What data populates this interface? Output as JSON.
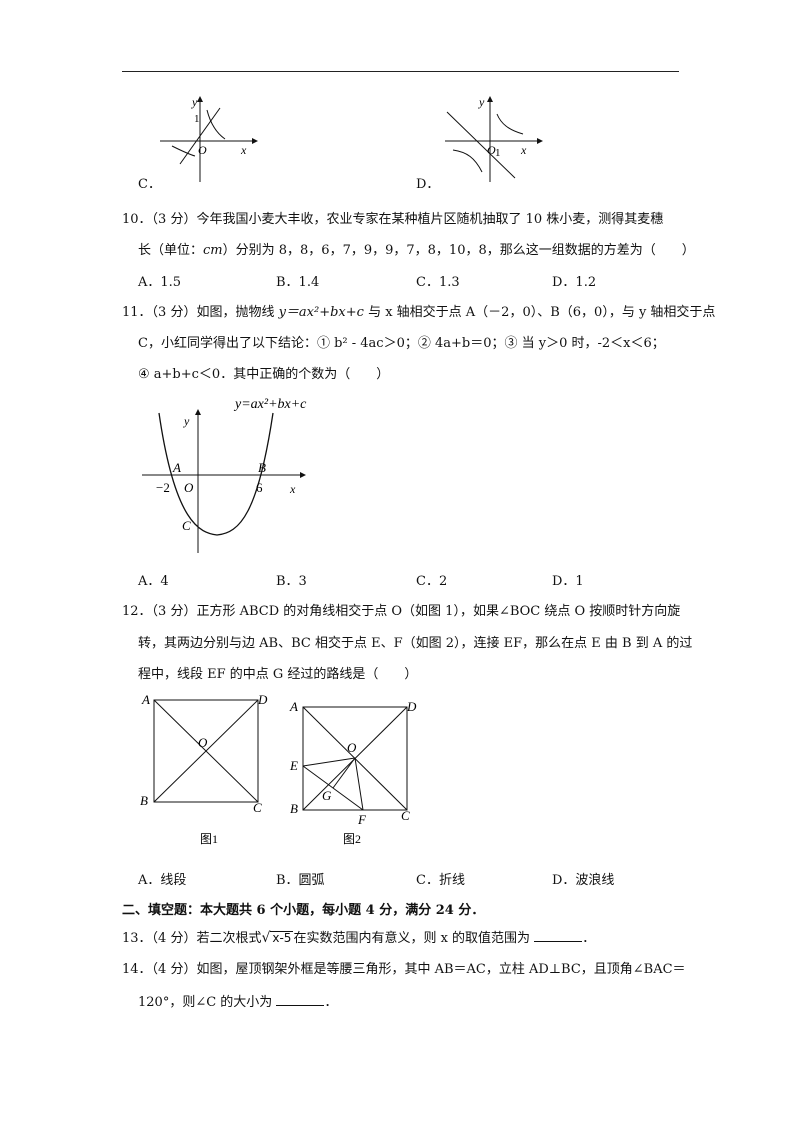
{
  "q9": {
    "option_c": "C．",
    "option_d": "D．",
    "graph_c": {
      "y": "y",
      "x": "x",
      "origin": "O",
      "tick": "1"
    },
    "graph_d": {
      "y": "y",
      "x": "x",
      "origin": "O",
      "tick": "1"
    }
  },
  "q10": {
    "line1": "10．（3 分）今年我国小麦大丰收，农业专家在某种植片区随机抽取了 10 株小麦，测得其麦穗",
    "line2_a": "长（单位：",
    "line2_unit": "cm",
    "line2_b": "）分别为 8，8，6，7，9，9，7，8，10，8，那么这一组数据的方差为（　　）",
    "options": [
      "A．1.5",
      "B．1.4",
      "C．1.3",
      "D．1.2"
    ]
  },
  "q11": {
    "line1_a": "11．（3 分）如图，抛物线 ",
    "line1_expr": "y＝ax²+bx+c",
    "line1_b": " 与 x 轴相交于点 A（－2，0）、B（6，0），与 y 轴相交于点",
    "line2": "C，小红同学得出了以下结论：① b² - 4ac＞0；② 4a+b＝0；③ 当 y＞0 时，-2＜x＜6；",
    "line3": "④ a+b+c＜0．其中正确的个数为（　　）",
    "graph": {
      "equation": "y=ax²+bx+c",
      "y": "y",
      "x": "x",
      "A": "A",
      "B": "B",
      "C": "C",
      "O": "O",
      "neg2": "−2",
      "six": "6"
    },
    "options": [
      "A．4",
      "B．3",
      "C．2",
      "D．1"
    ]
  },
  "q12": {
    "line1": "12．（3 分）正方形 ABCD 的对角线相交于点 O（如图 1），如果∠BOC 绕点 O 按顺时针方向旋",
    "line2": "转，其两边分别与边 AB、BC 相交于点 E、F（如图 2），连接 EF，那么在点 E 由 B 到 A 的过",
    "line3": "程中，线段 EF 的中点 G 经过的路线是（　　）",
    "fig1": {
      "A": "A",
      "B": "B",
      "C": "C",
      "D": "D",
      "O": "O",
      "caption": "图1"
    },
    "fig2": {
      "A": "A",
      "B": "B",
      "C": "C",
      "D": "D",
      "O": "O",
      "E": "E",
      "F": "F",
      "G": "G",
      "caption": "图2"
    },
    "options": [
      "A．线段",
      "B．圆弧",
      "C．折线",
      "D．波浪线"
    ]
  },
  "section2": {
    "heading": "二、填空题：本大题共 6 个小题，每小题 4 分，满分 24 分．"
  },
  "q13": {
    "text_a": "13．（4 分）若二次根式",
    "radicand": "x-5",
    "text_b": "在实数范围内有意义，则 x 的取值范围为",
    "end": "．"
  },
  "q14": {
    "line1": "14．（4 分）如图，屋顶钢架外框是等腰三角形，其中 AB＝AC，立柱 AD⊥BC，且顶角∠BAC＝",
    "line2_a": "120°，则∠C 的大小为",
    "end": "．"
  }
}
